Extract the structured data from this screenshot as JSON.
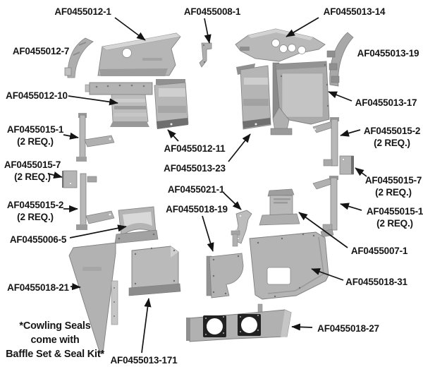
{
  "diagram_title": "Baffle set exploded parts diagram",
  "colors": {
    "background": "#ffffff",
    "label_text": "#161616",
    "metal_light": "#c6c6c6",
    "metal_mid": "#b3b3b3",
    "metal_dark": "#8c8c8c"
  },
  "labels": {
    "p012_1": {
      "text": "AF0455012-1"
    },
    "p008_1": {
      "text": "AF0455008-1"
    },
    "p013_14": {
      "text": "AF0455013-14"
    },
    "p012_7": {
      "text": "AF0455012-7"
    },
    "p013_19": {
      "text": "AF0455013-19"
    },
    "p012_10": {
      "text": "AF0455012-10"
    },
    "p013_17": {
      "text": "AF0455013-17"
    },
    "p015_1L": {
      "text": "AF0455015-1",
      "qty": "(2 REQ.)"
    },
    "p015_2R": {
      "text": "AF0455015-2",
      "qty": "(2 REQ.)"
    },
    "p012_11": {
      "text": "AF0455012-11"
    },
    "p015_7L": {
      "text": "AF0455015-7",
      "qty": "(2 REQ.)"
    },
    "p015_7R": {
      "text": "AF0455015-7",
      "qty": "(2 REQ.)"
    },
    "p013_23": {
      "text": "AF0455013-23"
    },
    "p021_1": {
      "text": "AF0455021-1"
    },
    "p015_2L": {
      "text": "AF0455015-2",
      "qty": "(2 REQ.)"
    },
    "p018_19": {
      "text": "AF0455018-19"
    },
    "p015_1R": {
      "text": "AF0455015-1",
      "qty": "(2 REQ.)"
    },
    "p006_5": {
      "text": "AF0455006-5"
    },
    "p007_1": {
      "text": "AF0455007-1"
    },
    "p018_21": {
      "text": "AF0455018-21"
    },
    "p018_31": {
      "text": "AF0455018-31"
    },
    "p013_171": {
      "text": "AF0455013-171"
    },
    "p018_27": {
      "text": "AF0455018-27"
    }
  },
  "note": {
    "line1": "*Cowling Seals",
    "line2": "come with",
    "line3": "Baffle Set & Seal Kit*"
  }
}
